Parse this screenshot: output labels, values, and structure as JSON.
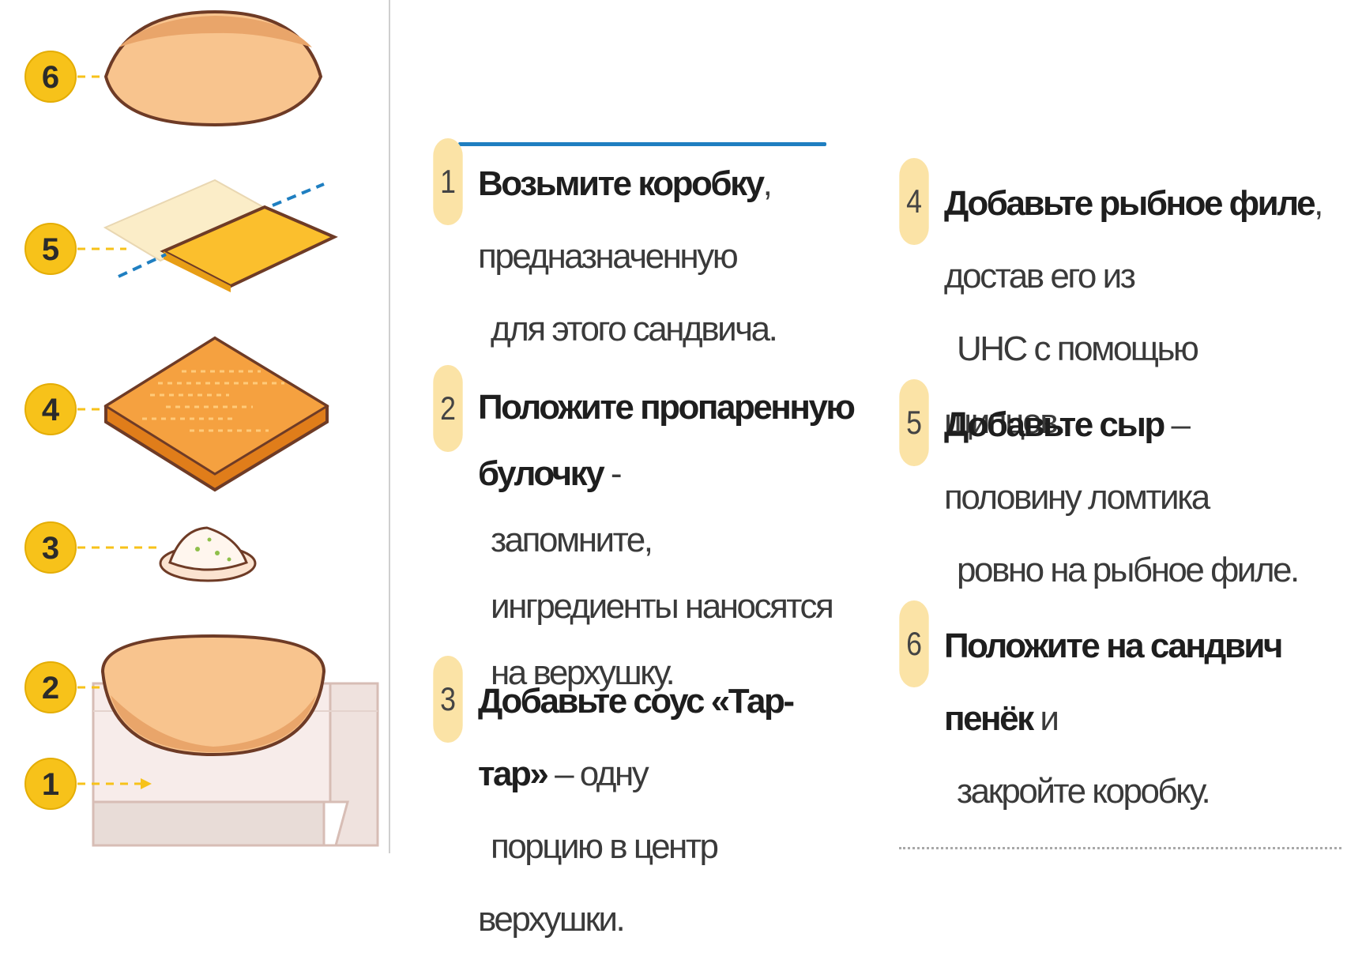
{
  "layers": [
    {
      "badge": "6",
      "icon": "top-bun-icon"
    },
    {
      "badge": "5",
      "icon": "half-cheese-slice-icon"
    },
    {
      "badge": "4",
      "icon": "fish-fillet-icon"
    },
    {
      "badge": "3",
      "icon": "tartar-sauce-icon"
    },
    {
      "badge": "2",
      "icon": "bottom-bun-icon"
    },
    {
      "badge": "1",
      "icon": "sandwich-box-icon"
    }
  ],
  "steps": [
    {
      "number": "1",
      "bold": "Возьмите коробку",
      "rest": ", предназначенную",
      "line2": "для этого сандвича."
    },
    {
      "number": "2",
      "bold": "Положите пропаренную булочку",
      "rest": " -",
      "line2": "запомните, ингредиенты наносятся на верхушку."
    },
    {
      "number": "3",
      "bold": "Добавьте соус «Тар-тар»",
      "rest": " – одну",
      "line2": "порцию в центр верхушки."
    },
    {
      "number": "4",
      "bold": "Добавьте рыбное филе",
      "rest": ", достав его из",
      "line2": "UHC с помощью щипцов."
    },
    {
      "number": "5",
      "bold": "Добавьте сыр",
      "rest": " – половину ломтика",
      "line2": "ровно на рыбное филе."
    },
    {
      "number": "6",
      "bold": "Положите на сандвич пенёк",
      "rest": " и",
      "line2": "закройте коробку."
    }
  ],
  "colors": {
    "badge": "#f7c21a",
    "step_circle": "#fbe3a6",
    "accent_line": "#1f7fc1",
    "bun": "#f5c48e",
    "bun_outline": "#6e3b26",
    "fish": "#f39a2e",
    "cheese": "#fbbf2d"
  }
}
